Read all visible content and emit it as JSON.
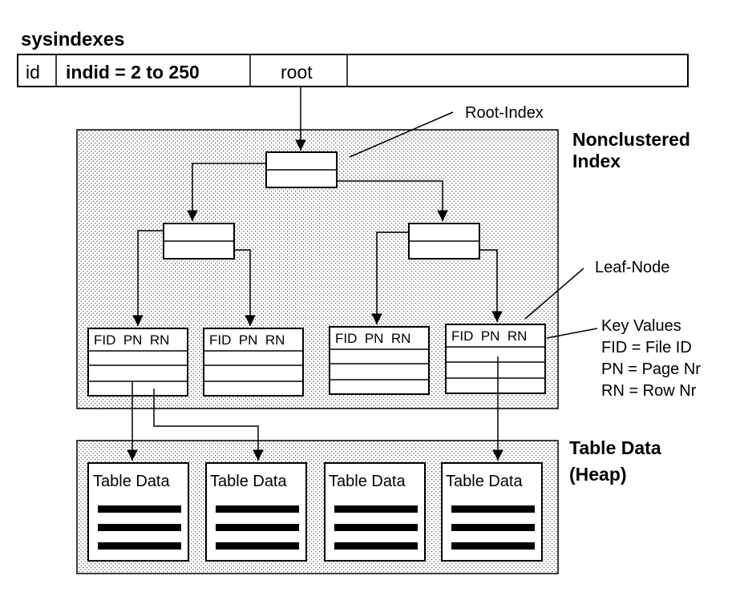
{
  "sysindexes": {
    "title": "sysindexes",
    "cells": [
      "id",
      "indid = 2 to 250",
      "root",
      ""
    ]
  },
  "labels": {
    "root_index": "Root-Index",
    "nonclustered_line1": "Nonclustered",
    "nonclustered_line2": "Index",
    "leaf_node": "Leaf-Node",
    "key_values": "Key Values",
    "fid_def": "FID = File ID",
    "pn_def": "PN = Page Nr",
    "rn_def": "RN = Row Nr",
    "table_data_line1": "Table Data",
    "table_data_line2": "(Heap)"
  },
  "leaf_header": "FID  PN  RN",
  "table_data_label": "Table Data",
  "colors": {
    "stroke": "#000000",
    "background": "#ffffff",
    "dots": "#555555"
  }
}
